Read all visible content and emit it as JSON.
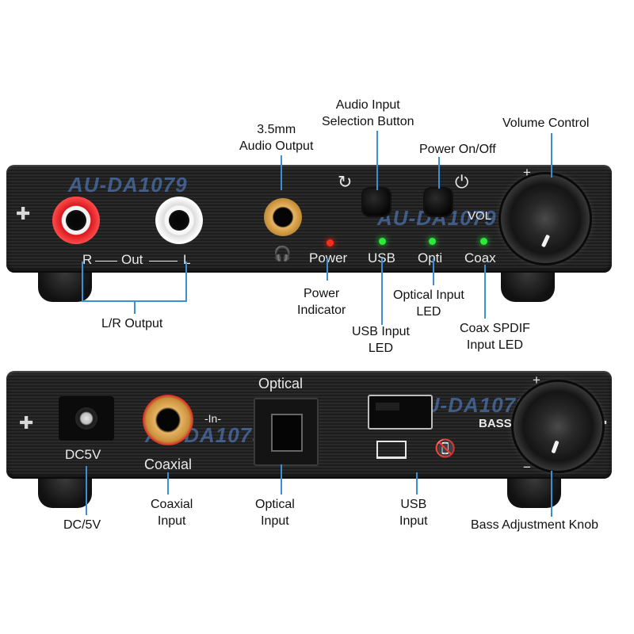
{
  "watermark": "AU-DA1079",
  "front_panel": {
    "silkscreen": {
      "r": "R",
      "out": "Out",
      "l": "L",
      "power": "Power",
      "usb": "USB",
      "opti": "Opti",
      "coax": "Coax",
      "vol": "VOL",
      "plus": "+",
      "minus": "−"
    },
    "callouts": {
      "audio_output": "3.5mm\nAudio Output",
      "input_selection": "Audio Input\nSelection Button",
      "power_onoff": "Power On/Off",
      "volume_control": "Volume Control",
      "lr_output": "L/R Output",
      "power_indicator": "Power\nIndicator",
      "usb_led": "USB Input\nLED",
      "optical_led": "Optical Input\nLED",
      "coax_led": "Coax SPDIF\nInput LED"
    },
    "led_colors": {
      "power": "#ff2a1a",
      "usb": "#2bea3a",
      "opti": "#2bea3a",
      "coax": "#2bea3a"
    }
  },
  "rear_panel": {
    "silkscreen": {
      "dc": "DC5V",
      "in": "-In-",
      "coaxial": "Coaxial",
      "optical": "Optical",
      "bass": "BASS",
      "plus": "+",
      "minus": "−"
    },
    "callouts": {
      "dc": "DC/5V",
      "coaxial_input": "Coaxial\nInput",
      "optical_input": "Optical\nInput",
      "usb_input": "USB\nInput",
      "bass_knob": "Bass Adjustment Knob"
    }
  },
  "icons": {
    "headphone": "headphone-icon",
    "rotate": "rotate-icon",
    "power": "power-icon",
    "laptop": "laptop-icon",
    "no_phone": "no-phone-icon",
    "screw": "screw-icon"
  },
  "colors": {
    "callout_line": "#3b8fd6",
    "rca_red": "#d8191f",
    "gold": "#c9913b"
  }
}
